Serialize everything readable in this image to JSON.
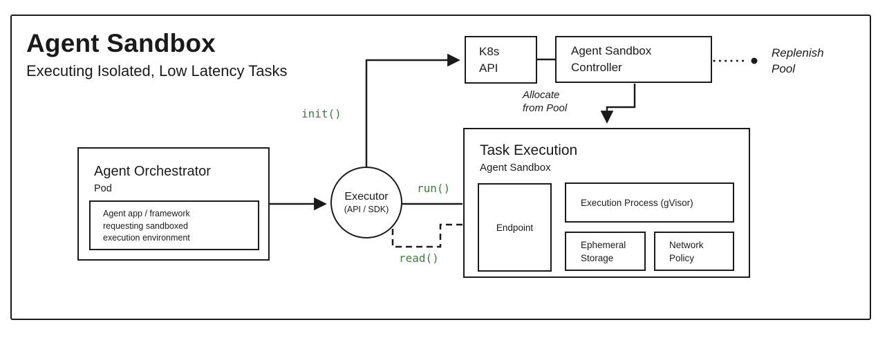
{
  "colors": {
    "ink": "#1a1a1a",
    "green": "#3f7a3f",
    "background": "#ffffff"
  },
  "header": {
    "title": "Agent Sandbox",
    "subtitle": "Executing Isolated, Low Latency Tasks"
  },
  "nodes": {
    "k8s_api": {
      "lines": [
        "K8s",
        "API"
      ]
    },
    "controller": {
      "lines": [
        "Agent Sandbox",
        "Controller"
      ]
    },
    "orchestrator": {
      "title": "Agent Orchestrator",
      "subtitle": "Pod",
      "inner_lines": [
        "Agent app / framework",
        "requesting sandboxed",
        "execution environment"
      ]
    },
    "executor": {
      "title": "Executor",
      "subtitle": "(API / SDK)"
    },
    "task_execution": {
      "title": "Task Execution",
      "subtitle": "Agent Sandbox",
      "endpoint_label": "Endpoint",
      "execution_process_label": "Execution Process (gVisor)",
      "ephemeral_storage_lines": [
        "Ephemeral",
        "Storage"
      ],
      "network_policy_lines": [
        "Network",
        "Policy"
      ]
    }
  },
  "edge_labels": {
    "init": "init()",
    "run": "run()",
    "read": "read()",
    "allocate_lines": [
      "Allocate",
      "from Pool"
    ],
    "replenish_lines": [
      "Replenish",
      "Pool"
    ]
  }
}
